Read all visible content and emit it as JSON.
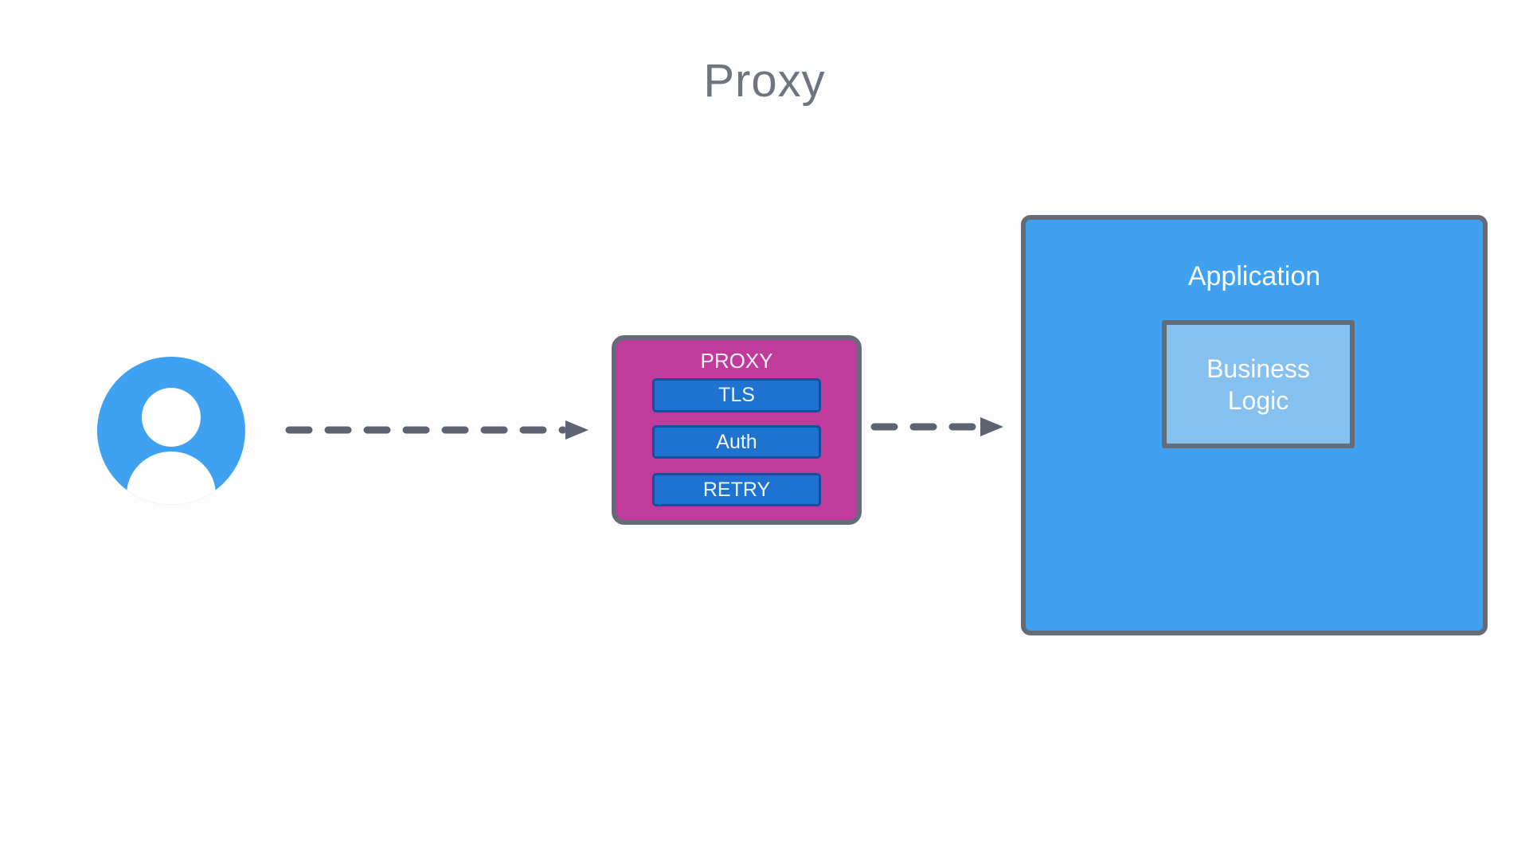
{
  "title": "Proxy",
  "colors": {
    "background": "#fdfdfd",
    "title_text": "#6e7480",
    "node_blue": "#41a1f1",
    "user_icon_blue": "#3fa1f1",
    "inner_light_blue": "#85c0ef",
    "proxy_magenta": "#c03b9b",
    "layer_button_blue": "#1e73d0",
    "layer_button_border": "#134f9e",
    "box_border_gray": "#666b78",
    "arrow_gray": "#5d6370",
    "label_white": "#ffffff"
  },
  "user": {
    "icon": "user-icon"
  },
  "arrows": [
    {
      "name": "client-to-proxy",
      "style": "dashed",
      "direction": "right"
    },
    {
      "name": "proxy-to-application",
      "style": "dashed",
      "direction": "right"
    }
  ],
  "proxy_box": {
    "label": "PROXY",
    "layers": [
      {
        "label": "TLS"
      },
      {
        "label": "Auth"
      },
      {
        "label": "RETRY"
      }
    ]
  },
  "application_box": {
    "label": "Application",
    "inner_box": {
      "label": "Business Logic"
    }
  }
}
